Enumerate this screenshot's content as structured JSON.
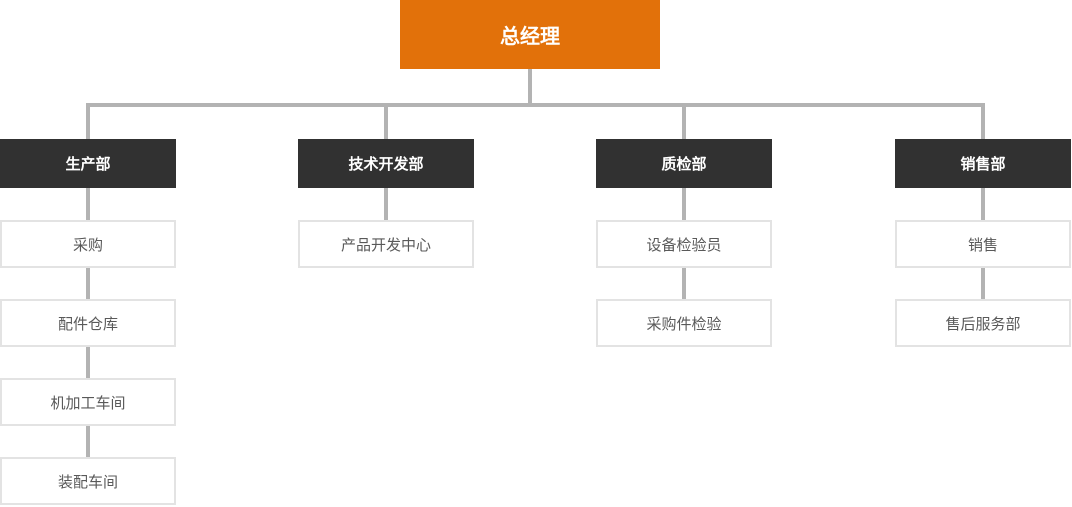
{
  "colors": {
    "root_bg": "#e2710a",
    "root_text": "#ffffff",
    "department_bg": "#313131",
    "department_text": "#ffffff",
    "child_bg": "#ffffff",
    "child_border": "#e3e3e3",
    "child_text": "#595959",
    "connector_line": "#b3b3b3"
  },
  "org": {
    "root": {
      "label": "总经理"
    },
    "departments": [
      {
        "label": "生产部",
        "children": [
          "采购",
          "配件仓库",
          "机加工车间",
          "装配车间"
        ]
      },
      {
        "label": "技术开发部",
        "children": [
          "产品开发中心"
        ]
      },
      {
        "label": "质检部",
        "children": [
          "设备检验员",
          "采购件检验"
        ]
      },
      {
        "label": "销售部",
        "children": [
          "销售",
          "售后服务部"
        ]
      }
    ]
  }
}
